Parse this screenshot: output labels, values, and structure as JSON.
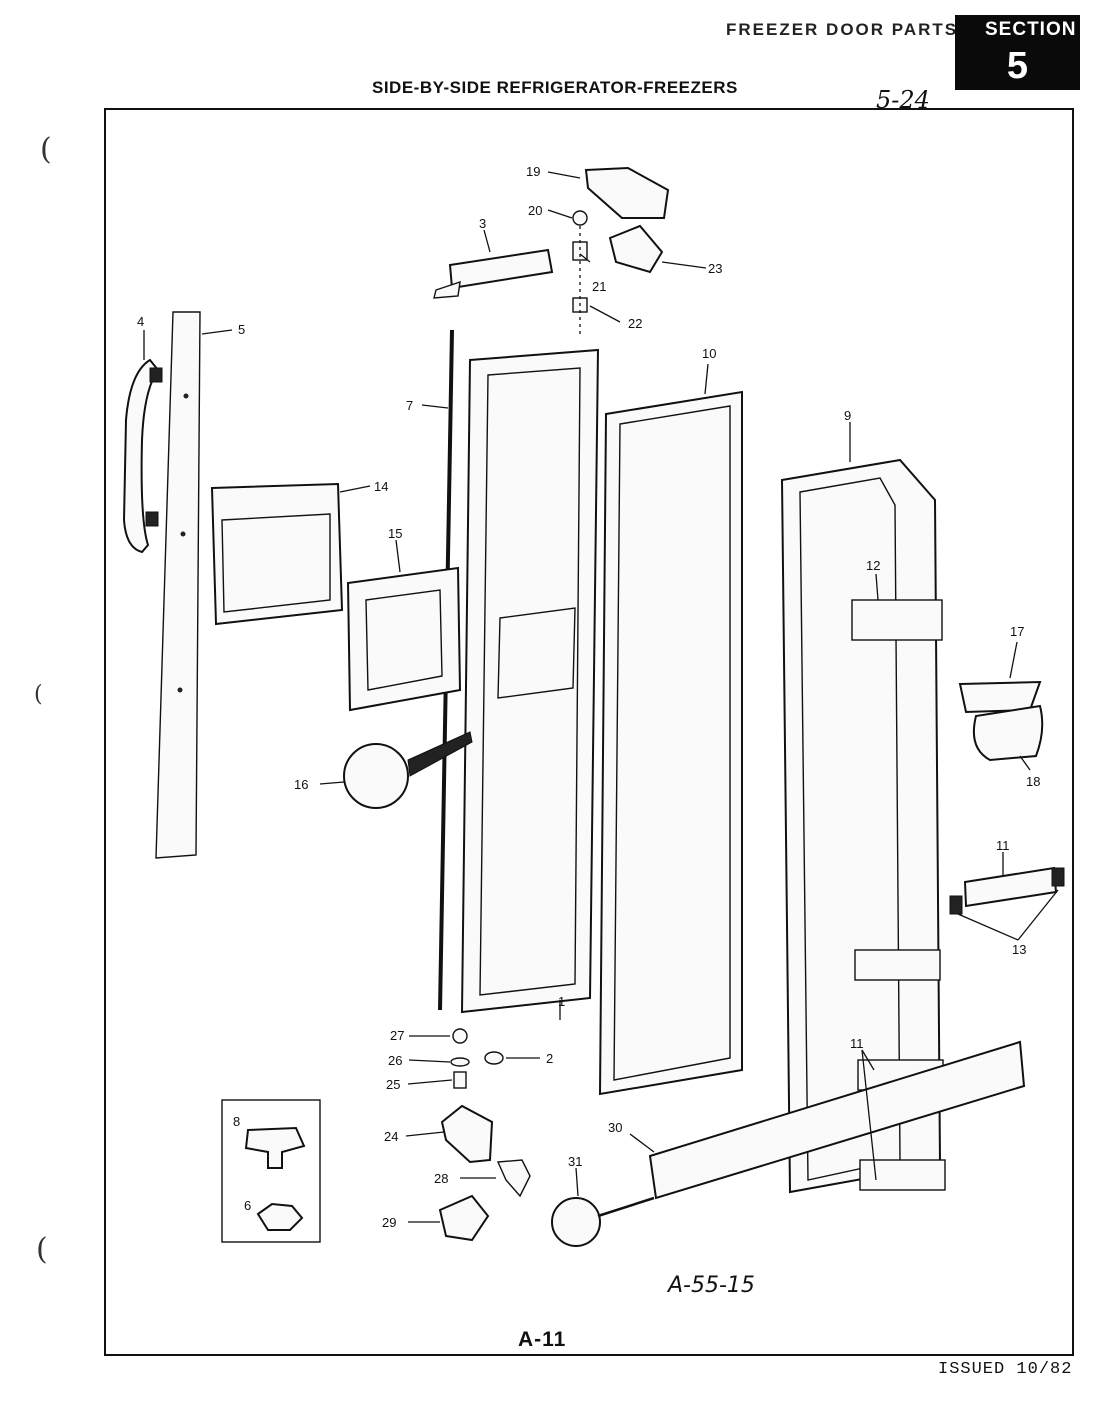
{
  "header": {
    "section_caption": "FREEZER DOOR PARTS",
    "section_label": "SECTION",
    "section_number": "5",
    "title": "SIDE-BY-SIDE REFRIGERATOR-FREEZERS",
    "handwritten_ref": "5-24"
  },
  "footer": {
    "drawing_code": "A-55-15",
    "page_code": "A-11",
    "issued": "ISSUED 10/82"
  },
  "callouts": [
    "1",
    "2",
    "3",
    "4",
    "5",
    "6",
    "7",
    "8",
    "9",
    "10",
    "11",
    "12",
    "13",
    "14",
    "15",
    "16",
    "17",
    "18",
    "19",
    "20",
    "21",
    "22",
    "23",
    "24",
    "25",
    "26",
    "27",
    "28",
    "29",
    "30",
    "31"
  ],
  "callout_11_extra": "11",
  "margin_marks": [
    "(",
    "(",
    "("
  ],
  "colors": {
    "ink": "#111111",
    "paper": "#ffffff",
    "section_box": "#0a0a0a"
  }
}
